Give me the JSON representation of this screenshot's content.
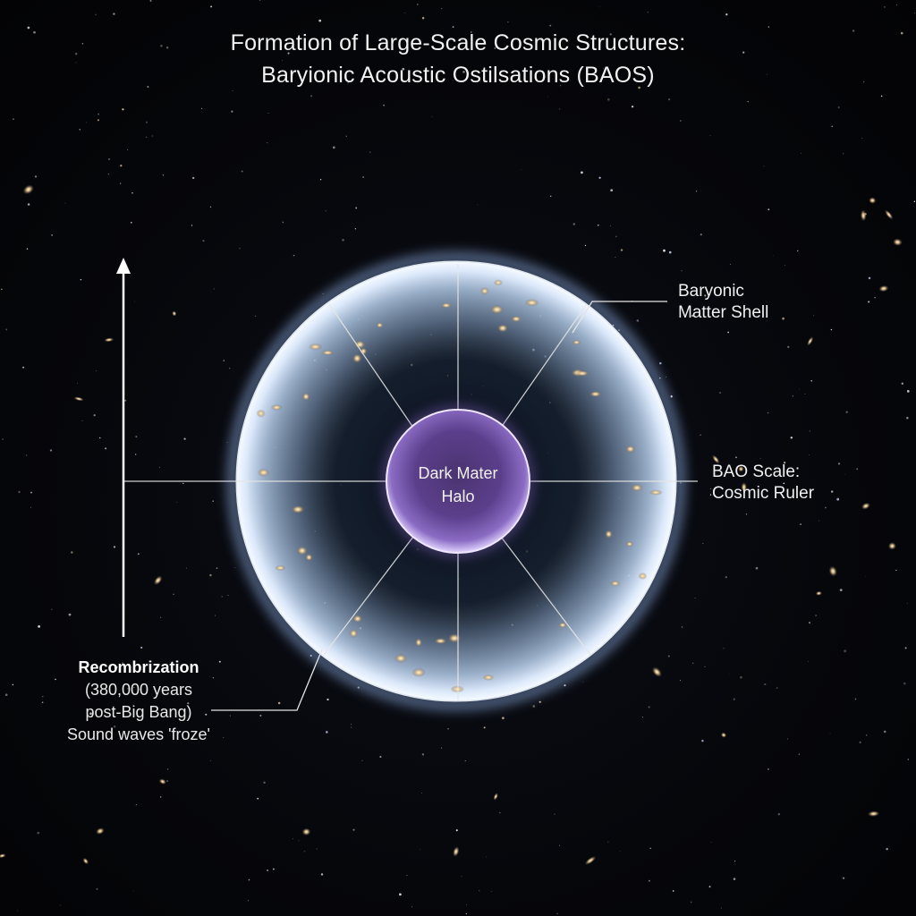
{
  "title": {
    "line1": "Formation of Large-Scale Cosmic Structures:",
    "line2": "Baryionic Acoustic Ostilsations (BAOS)"
  },
  "center": {
    "label_line1": "Dark Mater",
    "label_line2": "Halo"
  },
  "shell": {
    "label_line1": "Baryonic",
    "label_line2": "Matter Shell"
  },
  "scale": {
    "label_line1": "BAO Scale:",
    "label_line2": "Cosmic Ruler"
  },
  "recombination": {
    "title": "Recombrization",
    "line1": "(380,000 years",
    "line2": "post-Big Bang)",
    "line3": "Sound waves 'froze'"
  },
  "colors": {
    "background": "#050608",
    "shell_glow": "#bcd7ff",
    "shell_fill": "#8aa6c8",
    "halo": "#6a4a9a",
    "halo_rim": "#d9c8ff",
    "line": "#e6e6e6"
  }
}
